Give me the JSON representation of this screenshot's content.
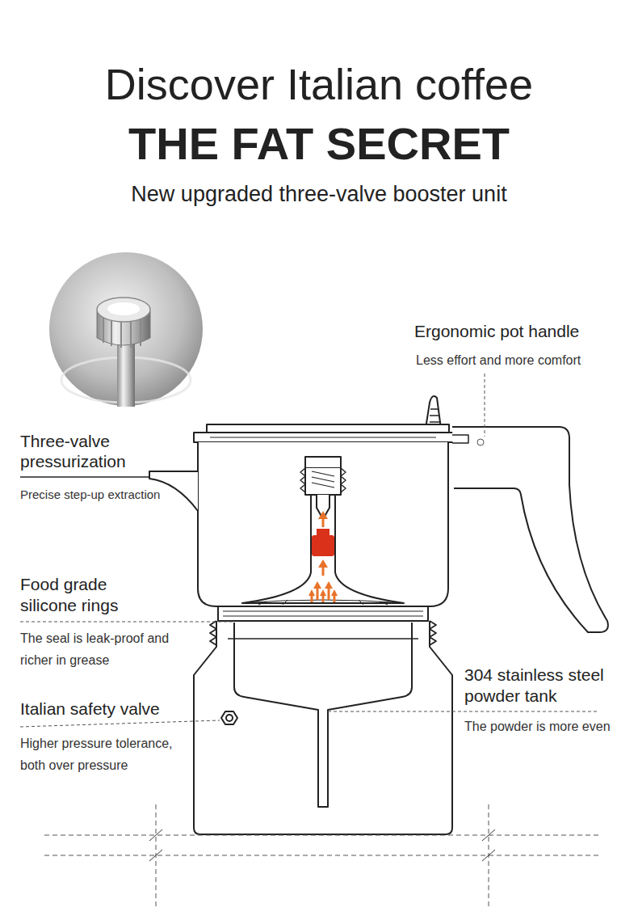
{
  "diagram": {
    "title": "Discover Italian coffee",
    "labels": [
      "THE FAT SECRET",
      "New upgraded three-valve booster unit",
      "Ergonomic pot handle",
      "Less effort and more comfort",
      "Three-valve pressurization",
      "Precise step-up extraction",
      "Food grade silicone rings",
      "The seal is leak-proof and richer in grease",
      "Italian safety valve",
      "Higher pressure tolerance, both over pressure",
      "304 stainless steel powder tank",
      "The powder is more even"
    ]
  }
}
